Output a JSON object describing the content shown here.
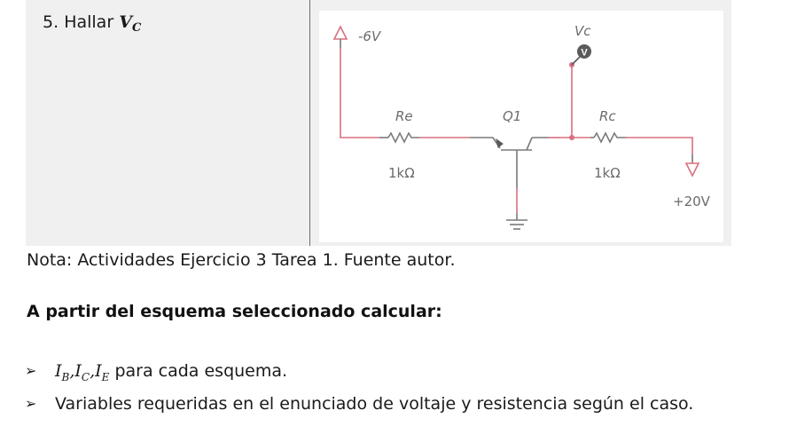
{
  "problem": {
    "number": "5.",
    "text": "Hallar",
    "variable": "V",
    "variable_sub": "C"
  },
  "circuit": {
    "source_negative": "-6V",
    "source_positive": "+20V",
    "probe_label": "Vc",
    "probe_icon": "V",
    "emitter_resistor": {
      "name": "Re",
      "value": "1kΩ"
    },
    "collector_resistor": {
      "name": "Rc",
      "value": "1kΩ"
    },
    "transistor": "Q1",
    "colors": {
      "wire_active": "#d9707f",
      "wire_neutral": "#7a7a7a",
      "probe": "#5a5a5a"
    }
  },
  "note": "Nota: Actividades Ejercicio 3 Tarea 1. Fuente autor.",
  "heading": "A partir del esquema seleccionado calcular:",
  "bullets": [
    {
      "marker": "➢",
      "math": [
        {
          "v": "I",
          "s": "B"
        },
        {
          "v": "I",
          "s": "C"
        },
        {
          "v": "I",
          "s": "E"
        }
      ],
      "text": " para cada esquema."
    },
    {
      "marker": "➢",
      "text": "Variables requeridas en el enunciado de voltaje y resistencia según el caso."
    }
  ]
}
